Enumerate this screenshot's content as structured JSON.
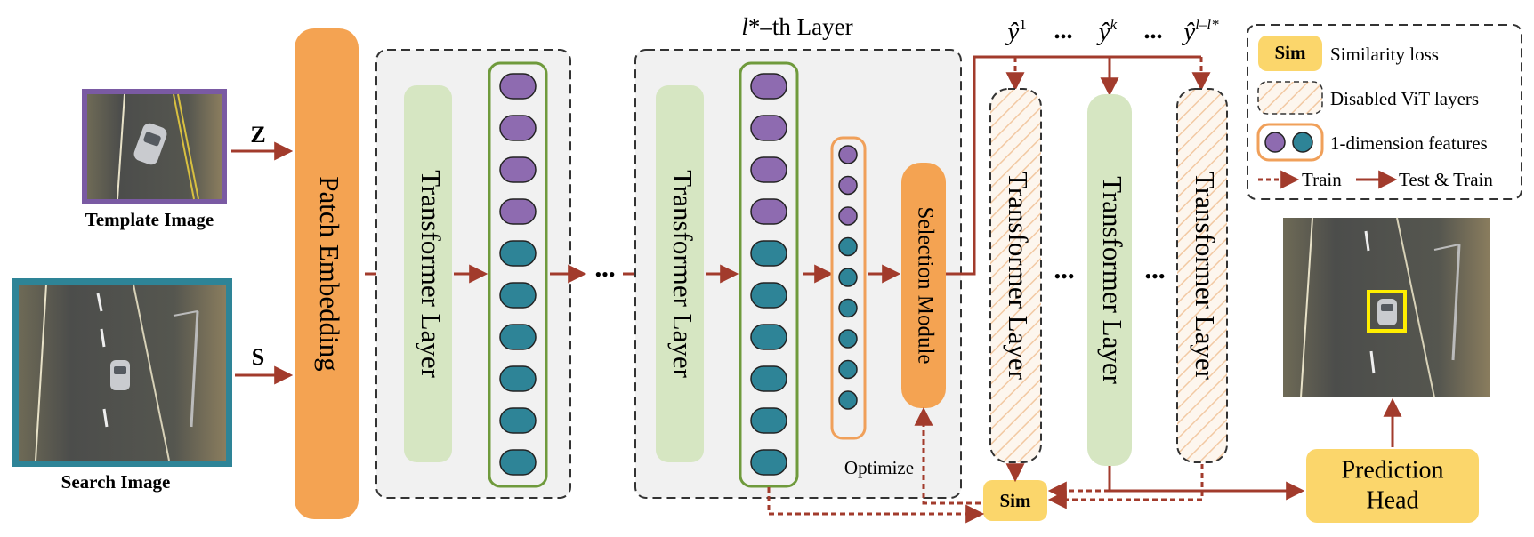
{
  "inputs": {
    "template_letter": "Z",
    "template_caption": "Template Image",
    "search_letter": "S",
    "search_caption": "Search Image"
  },
  "blocks": {
    "patch_embedding": "Patch Embedding",
    "transformer_layer": "Transformer Layer",
    "selection_module": "Selection Module",
    "layer_title_prefix": "l",
    "layer_title_suffix": "*–th Layer",
    "optimize": "Optimize",
    "sim": "Sim",
    "prediction_head_line1": "Prediction",
    "prediction_head_line2": "Head"
  },
  "outputs": {
    "y1_sup": "1",
    "yk_sup": "k",
    "yl_sup": "l–l*",
    "ellipsis": "•••"
  },
  "legend": {
    "sim_label": "Sim",
    "similarity_loss": "Similarity loss",
    "disabled_vit": "Disabled ViT layers",
    "features": "1-dimension features",
    "train": "Train",
    "test_train": "Test & Train"
  },
  "colors": {
    "arrow": "#a23b2c",
    "patch_embedding": "#f4a352",
    "transformer_green": "#d6e6c2",
    "sim_yellow": "#fbd66b",
    "purple_token": "#8e6bb0",
    "teal_token": "#2e8497",
    "group_border_green": "#6f9a3c",
    "group_border_orange": "#f0a05a",
    "panel_gray": "#f1f1f1",
    "template_frame": "#7a5aa3",
    "search_frame": "#2e8497",
    "box_highlight": "#ffee00"
  },
  "icons": {
    "template_image": "car-on-road-photo",
    "search_image": "car-on-road-photo",
    "prediction_image": "car-on-road-photo-with-bbox"
  }
}
